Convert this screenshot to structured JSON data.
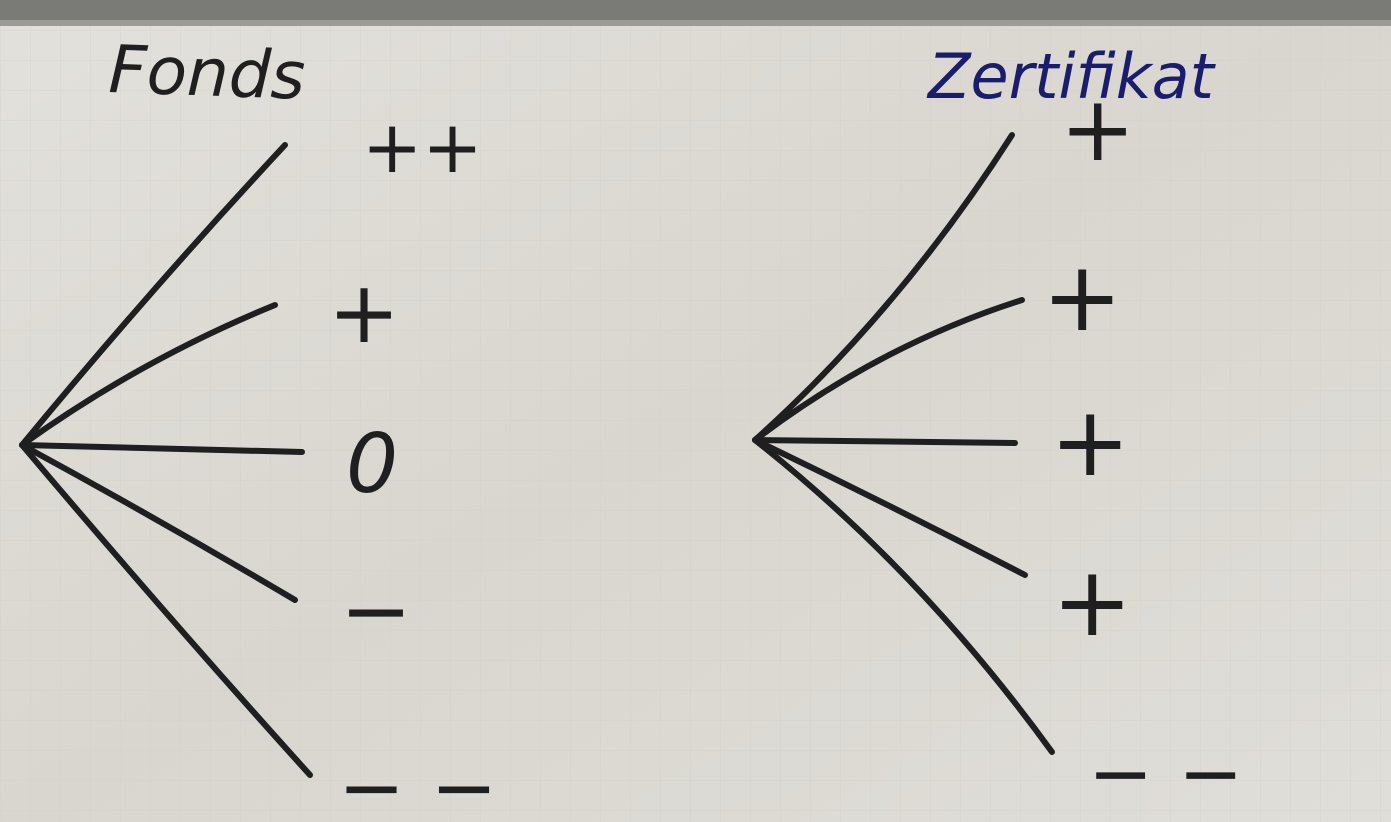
{
  "left_tree": {
    "title": "Fonds",
    "outcomes": [
      "++",
      "+",
      "0",
      "−",
      "− −"
    ]
  },
  "right_tree": {
    "title": "Zertifikat",
    "outcomes": [
      "+",
      "+",
      "+",
      "+",
      "− −"
    ]
  },
  "colors": {
    "board": "#dedcd6",
    "ink_black": "#1f1f1f",
    "ink_blue": "#1a1d6e",
    "frame": "#6f6f6c"
  }
}
